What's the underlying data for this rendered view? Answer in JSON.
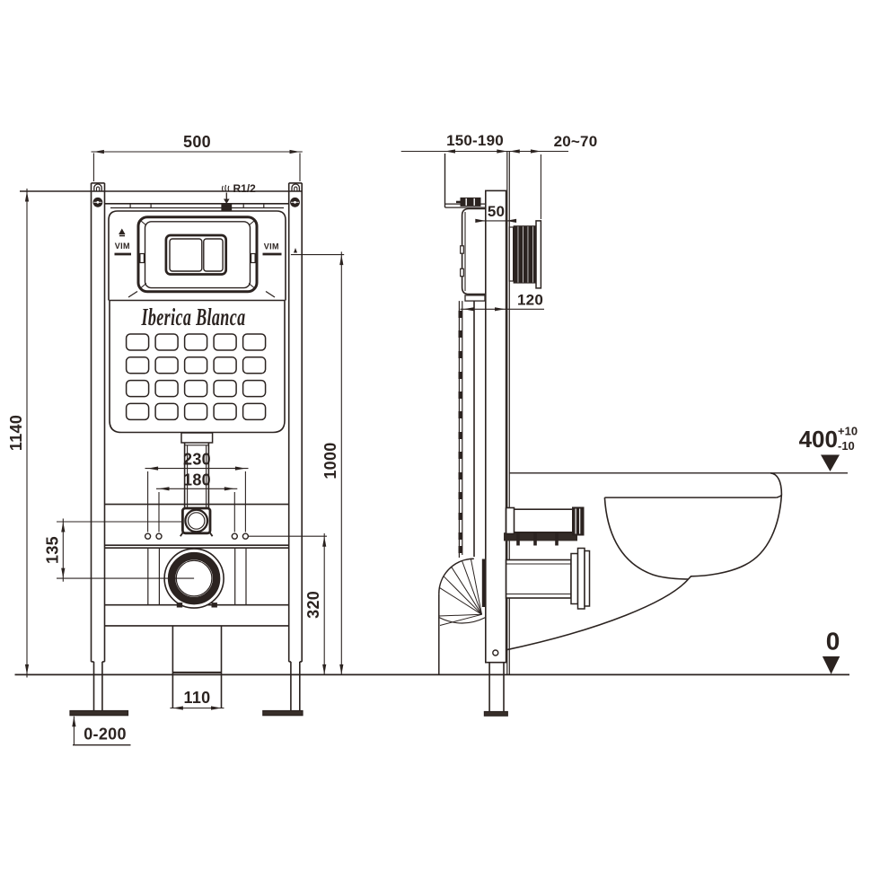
{
  "canvas": {
    "background": "#ffffff",
    "line_color": "#2b2320"
  },
  "drawing": {
    "brand": "Iberica Blanca",
    "front_view": {
      "frame_width": "500",
      "frame_height": "1140",
      "water_inlet_thread": "R1/2",
      "left_mark": "VIM",
      "right_mark": "VIM",
      "fixing_span_outer": "230",
      "fixing_span_inner": "180",
      "inlet_to_outlet_offset": "135",
      "outlet_height": "320",
      "flush_bend_height": "1000",
      "drain_box_width": "110",
      "foot_adjustment": "0-200"
    },
    "side_view": {
      "frame_depth_range": "150-190",
      "plate_adjustment": "20~70",
      "profile_depth": "50",
      "cistern_depth": "120",
      "bowl_rim_height": "400",
      "rim_tolerance_plus": "+10",
      "rim_tolerance_minus": "-10",
      "floor_level": "0"
    }
  }
}
